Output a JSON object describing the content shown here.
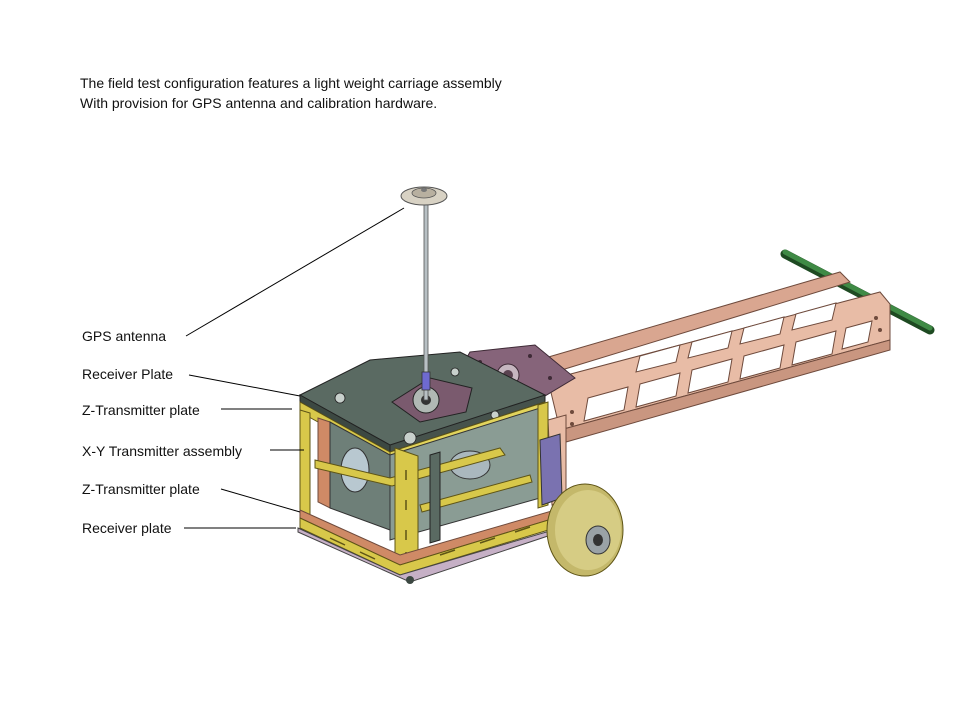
{
  "caption": {
    "line1": "The field test configuration features a light weight carriage assembly",
    "line2": "With provision for GPS antenna and calibration hardware."
  },
  "labels": {
    "gps_antenna": "GPS antenna",
    "receiver_plate_top": "Receiver Plate",
    "z_transmitter_plate_top": "Z-Transmitter plate",
    "xy_transmitter_assembly": "X-Y Transmitter assembly",
    "z_transmitter_plate_bottom": "Z-Transmitter plate",
    "receiver_plate_bottom": "Receiver plate"
  },
  "colors": {
    "dark_plate": "#4e5e58",
    "yellow_frame": "#d8c84a",
    "copper_arm": "#e6b8a2",
    "purple_mount": "#7a5a6e",
    "green_rod": "#2f6b33",
    "wheel": "#cbbf6e",
    "leader_line": "#000000"
  }
}
